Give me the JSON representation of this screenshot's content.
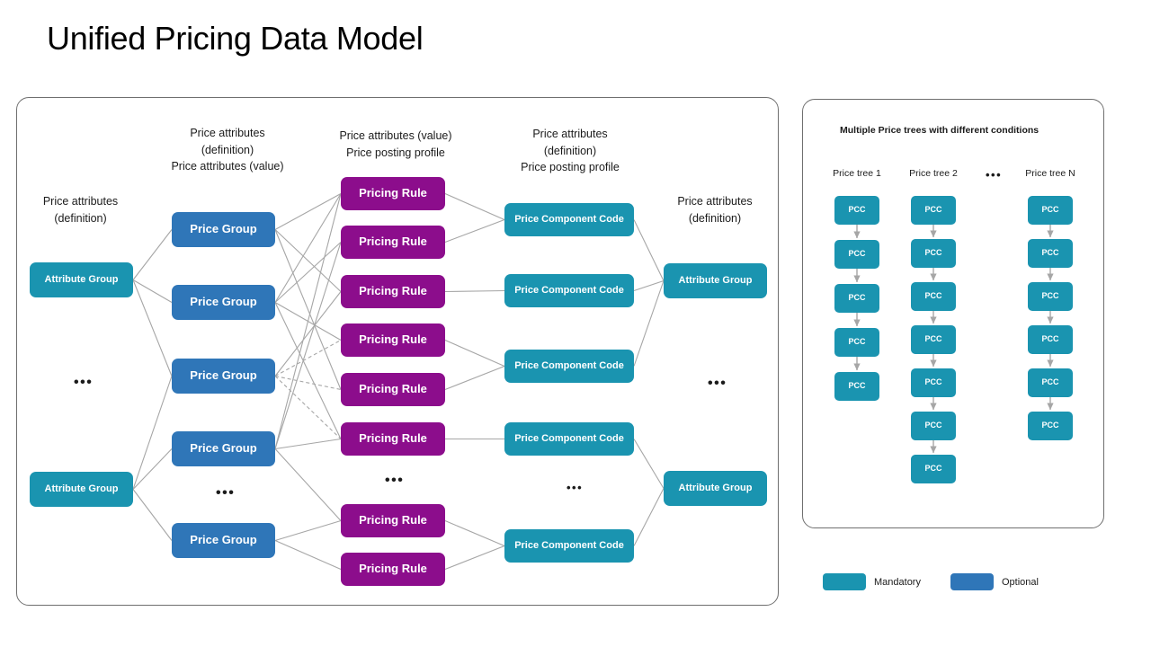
{
  "title": "Unified Pricing Data Model",
  "colors": {
    "mandatory_teal": "#1a94b0",
    "optional_blue": "#2f76b8",
    "rule_purple": "#8c0d8c",
    "link_gray": "#a6a6a6",
    "panel_border": "#6f6f6f"
  },
  "main_panel": {
    "captions": {
      "attribute_group_left": "Price attributes\n(definition)",
      "price_group": "Price attributes\n(definition)\nPrice attributes (value)",
      "pricing_rule": "Price attributes (value)\nPrice posting profile",
      "price_component_code": "Price attributes\n(definition)\nPrice posting profile",
      "attribute_group_right": "Price attributes\n(definition)"
    },
    "columns": {
      "attribute_group_left": {
        "label": "Attribute Group",
        "count": 2,
        "ellipsis": "•••"
      },
      "price_group": {
        "label": "Price Group",
        "count": 5,
        "ellipsis": "•••"
      },
      "pricing_rule": {
        "label": "Pricing Rule",
        "count": 8,
        "ellipsis": "•••"
      },
      "price_component_code": {
        "label": "Price Component Code",
        "count": 5,
        "ellipsis": "•••"
      },
      "attribute_group_right": {
        "label": "Attribute Group",
        "count": 2,
        "ellipsis": "•••"
      }
    }
  },
  "trees_panel": {
    "title": "Multiple Price trees with different conditions",
    "node_label": "PCC",
    "separator": "•••",
    "trees": [
      {
        "label": "Price tree 1",
        "nodes": 5
      },
      {
        "label": "Price tree 2",
        "nodes": 7
      },
      {
        "label": "Price tree N",
        "nodes": 6
      }
    ]
  },
  "legend": {
    "items": [
      {
        "label": "Mandatory",
        "color": "#1a94b0"
      },
      {
        "label": "Optional",
        "color": "#2f76b8"
      }
    ]
  }
}
